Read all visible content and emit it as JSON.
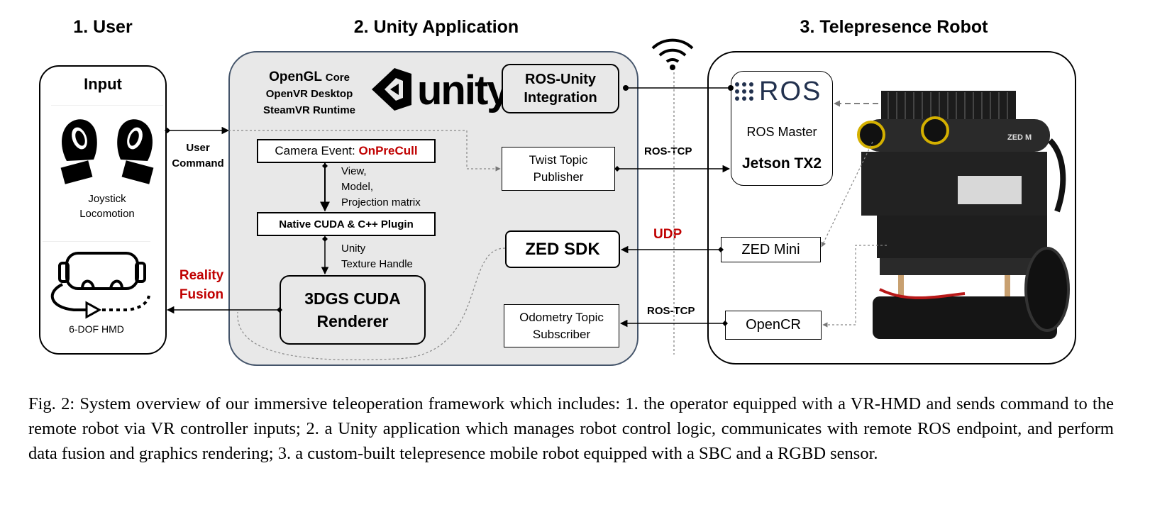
{
  "sections": {
    "user_title": "1. User",
    "unity_title": "2. Unity Application",
    "robot_title": "3. Telepresence Robot"
  },
  "user": {
    "input_title": "Input",
    "joystick_label_1": "Joystick",
    "joystick_label_2": "Locomotion",
    "hmd_label": "6-DOF HMD"
  },
  "unity": {
    "opengl_bold": "OpenGL",
    "opengl_core": "Core",
    "openvr": "OpenVR Desktop",
    "steamvr": "SteamVR Runtime",
    "logo_text": "unity",
    "ros_unity_1": "ROS-Unity",
    "ros_unity_2": "Integration",
    "camera_event_prefix": "Camera Event: ",
    "camera_event_value": "OnPreCull",
    "matrix_1": "View,",
    "matrix_2": "Model,",
    "matrix_3": "Projection matrix",
    "native_plugin": "Native CUDA & C++ Plugin",
    "texture_1": "Unity",
    "texture_2": "Texture Handle",
    "renderer_1": "3DGS CUDA",
    "renderer_2": "Renderer",
    "twist_1": "Twist Topic",
    "twist_2": "Publisher",
    "zed_sdk": "ZED SDK",
    "odom_1": "Odometry Topic",
    "odom_2": "Subscriber"
  },
  "links": {
    "user_command_1": "User",
    "user_command_2": "Command",
    "reality_1": "Reality",
    "reality_2": "Fusion",
    "ros_tcp_top": "ROS-TCP",
    "udp": "UDP",
    "ros_tcp_bottom": "ROS-TCP"
  },
  "robot": {
    "ros_logo": "ROS",
    "ros_master": "ROS Master",
    "jetson": "Jetson TX2",
    "zed_mini": "ZED Mini",
    "opencr": "OpenCR",
    "camera_label": "ZED M"
  },
  "colors": {
    "accent_red": "#c00000",
    "panel_gray": "#e8e8e8",
    "panel_border": "#44546a",
    "ros_navy": "#22314e"
  },
  "caption": "Fig. 2: System overview of our immersive teleoperation framework which includes: 1. the operator equipped with a VR-HMD and sends command to the remote robot via VR controller inputs; 2. a Unity application which manages robot control logic, communicates with remote ROS endpoint, and perform data fusion and graphics rendering; 3. a custom-built telepresence mobile robot equipped with a SBC and a RGBD sensor."
}
